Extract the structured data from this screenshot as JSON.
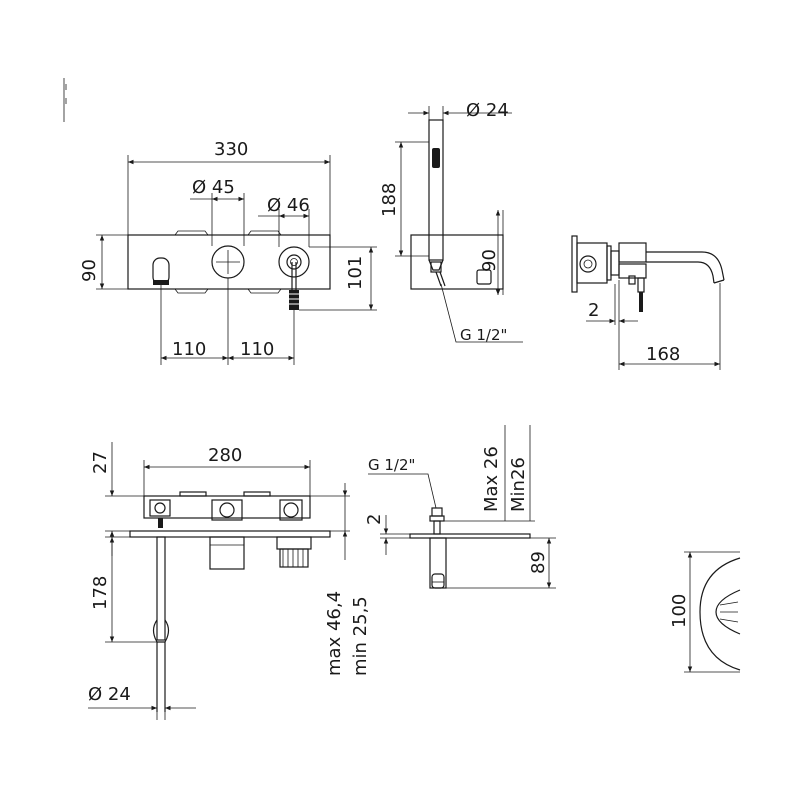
{
  "dims": {
    "d330": "330",
    "d45": "Ø 45",
    "d46": "Ø 46",
    "d90_left": "90",
    "d101": "101",
    "d110_a": "110",
    "d110_b": "110",
    "d24_top": "Ø 24",
    "d188": "188",
    "d90_side": "90",
    "g12_top": "G 1/2\"",
    "d2_right": "2",
    "d168": "168",
    "d27": "27",
    "d280": "280",
    "d178": "178",
    "max464": "max 46,4",
    "min255": "min 25,5",
    "d24_bottom": "Ø 24",
    "g12_bottom": "G 1/2\"",
    "d2_mid": "2",
    "max26": "Max 26",
    "min26": "Min26",
    "d89": "89",
    "d100": "100"
  }
}
